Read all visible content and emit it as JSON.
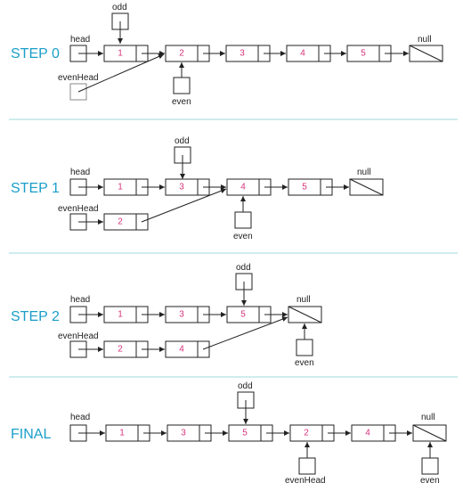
{
  "colors": {
    "step_label": "#1a9ec9",
    "node_value": "#d6337a",
    "separator": "#9fd9dd",
    "line": "#222222"
  },
  "labels": {
    "step0": "STEP 0",
    "step1": "STEP 1",
    "step2": "STEP 2",
    "final": "FINAL",
    "head": "head",
    "evenHead": "evenHead",
    "odd": "odd",
    "even": "even",
    "null": "null"
  },
  "nodes": {
    "n1": "1",
    "n2": "2",
    "n3": "3",
    "n4": "4",
    "n5": "5"
  }
}
